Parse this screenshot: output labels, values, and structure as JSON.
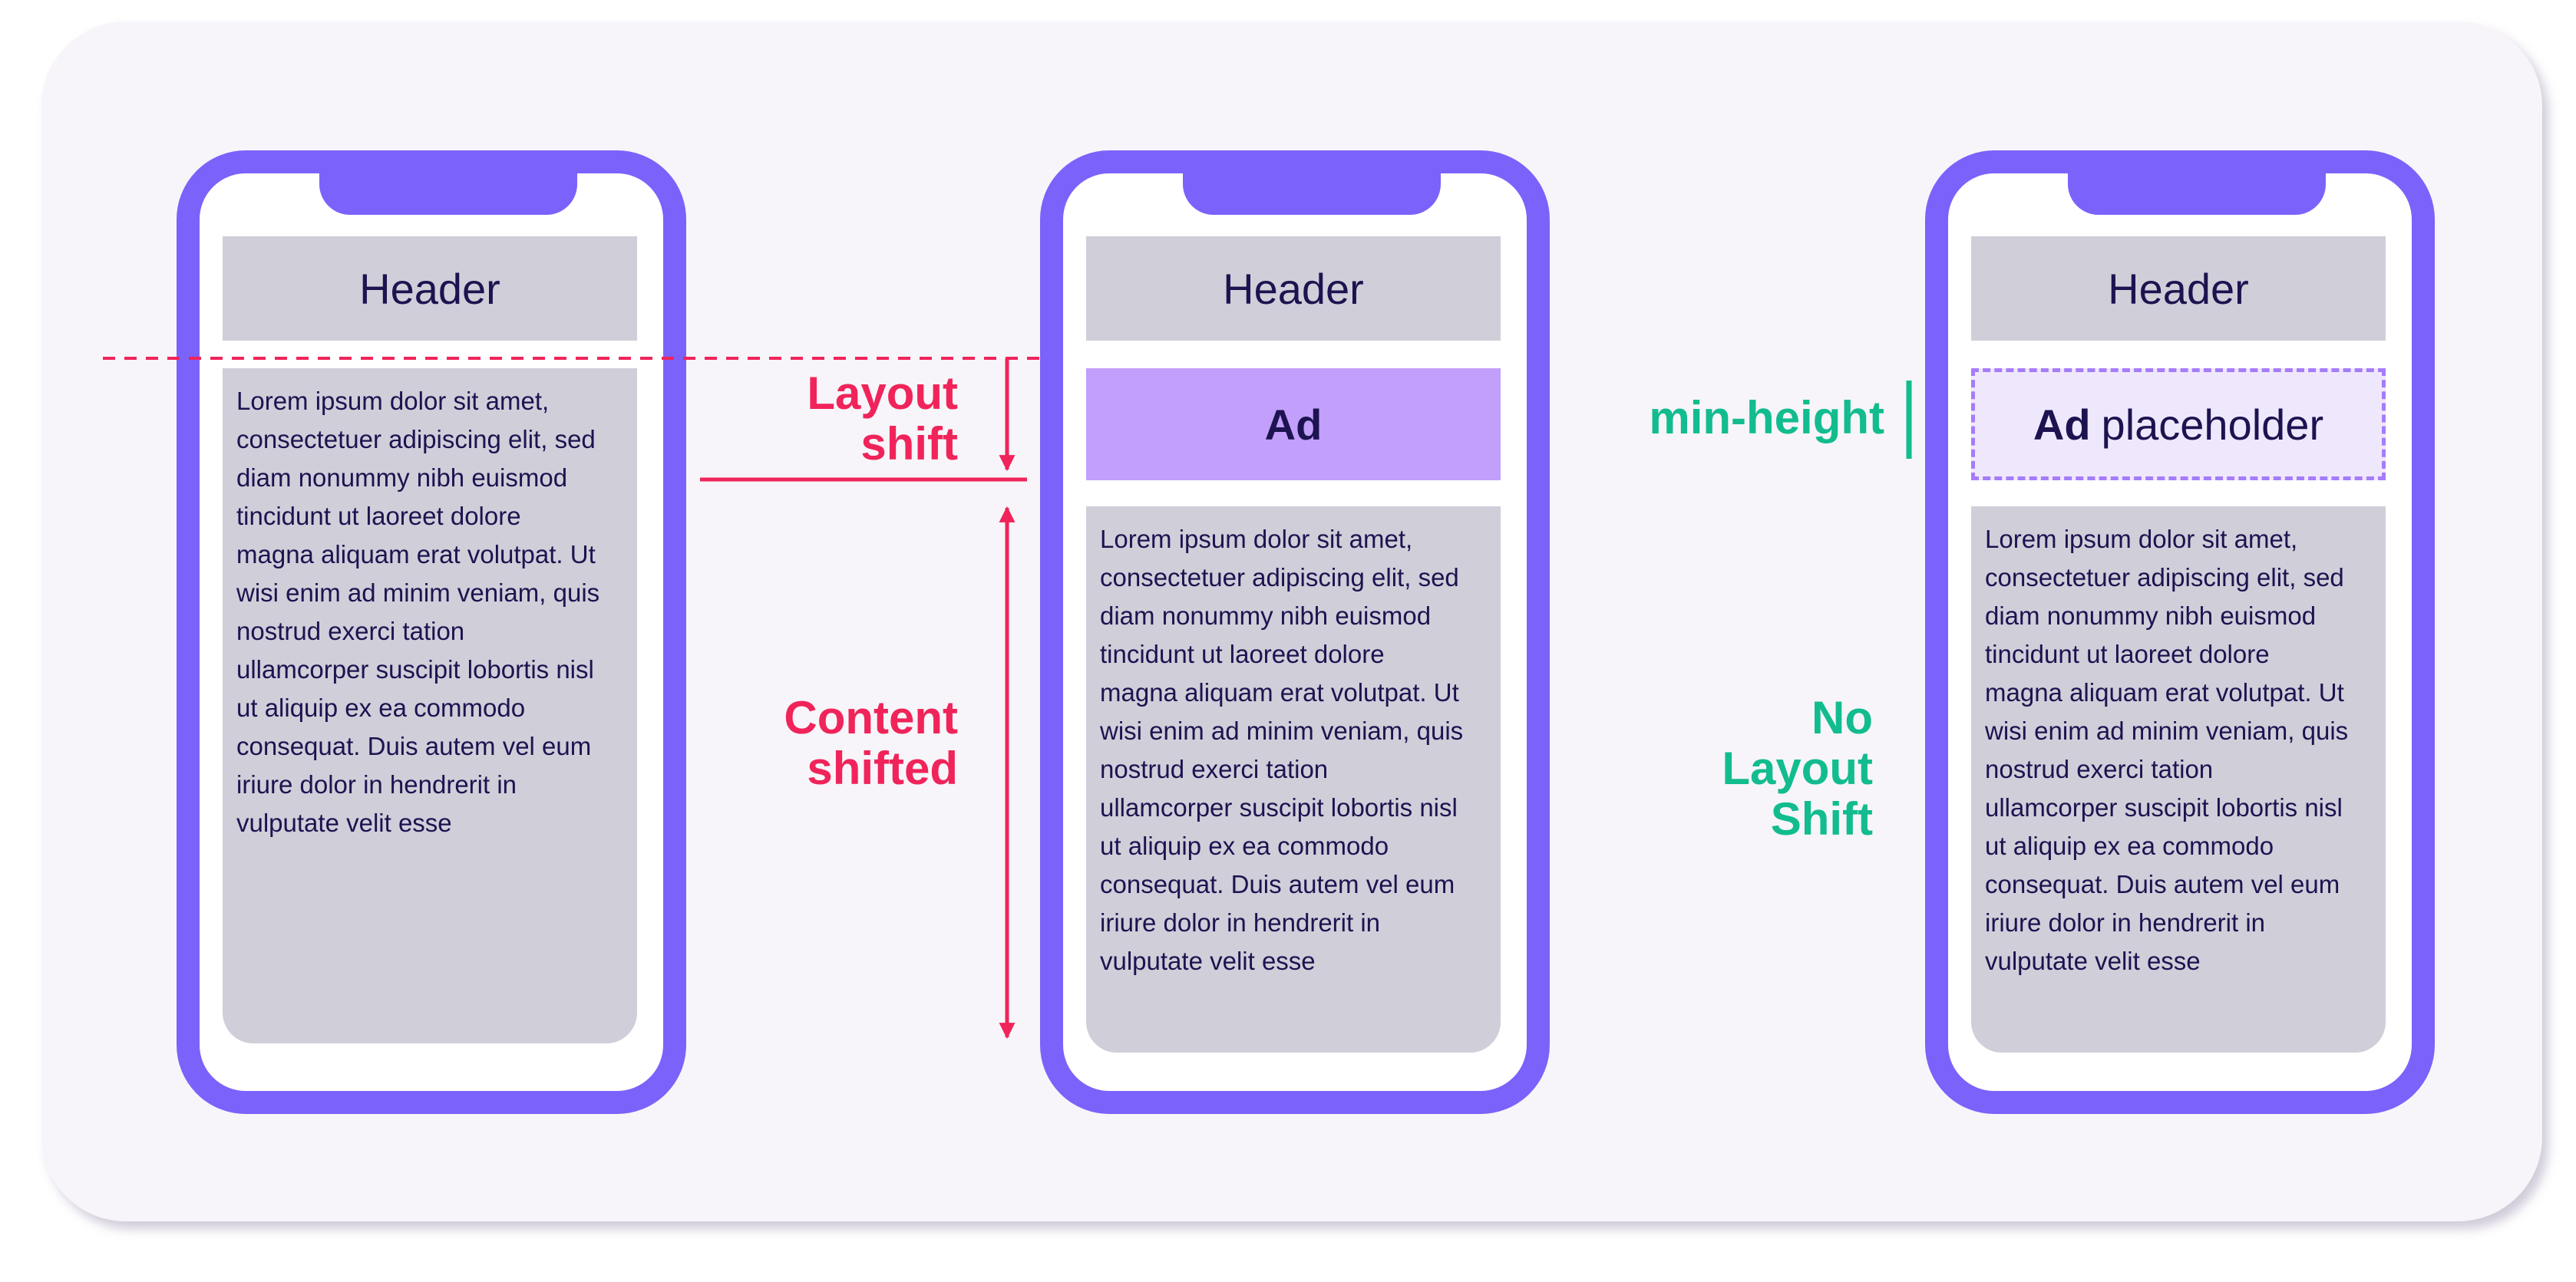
{
  "labels": {
    "header": "Header",
    "ad": "Ad",
    "placeholder_bold": "Ad",
    "placeholder_rest": "placeholder",
    "lorem": "Lorem ipsum dolor sit amet,\nconsectetuer adipiscing elit, sed\ndiam nonummy nibh euismod\ntincidunt ut laoreet dolore\nmagna aliquam erat volutpat. Ut\nwisi enim ad minim veniam, quis\nnostrud exerci tation\nullamcorper suscipit lobortis nisl\nut aliquip ex ea commodo\nconsequat. Duis autem vel eum\niriure dolor in hendrerit in\nvulputate velit esse",
    "layout_shift": "Layout\nshift",
    "content_shifted": "Content\nshifted",
    "min_height": "min-height",
    "no_layout_shift": "No\nLayout\nShift"
  },
  "colors": {
    "phone_frame": "#7b62fb",
    "gray_block": "#d0ced9",
    "ad": "#c19ffb",
    "placeholder_fill": "#efe8fc",
    "placeholder_border": "#a67cfa",
    "text_dark": "#1d1350",
    "shift_red": "#f0245a",
    "ok_green": "#12bc8e",
    "background": "#f7f5f9"
  }
}
